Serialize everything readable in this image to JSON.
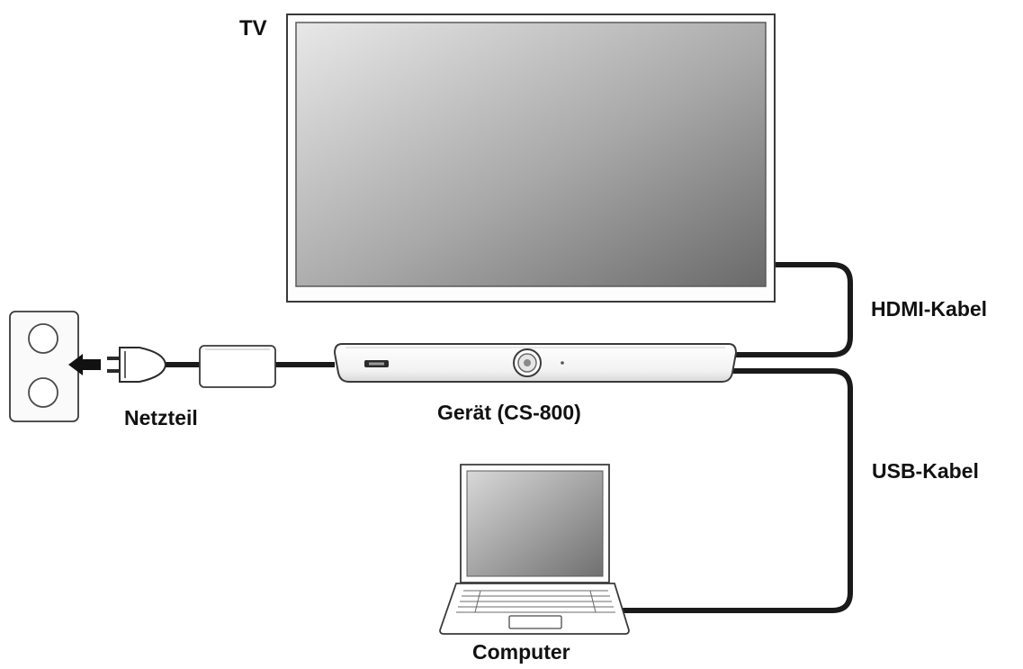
{
  "labels": {
    "tv": "TV",
    "hdmi_cable": "HDMI-Kabel",
    "power_adapter": "Netzteil",
    "device": "Gerät (CS-800)",
    "usb_cable": "USB-Kabel",
    "computer": "Computer"
  },
  "colors": {
    "cable": "#1a1a1a",
    "outline": "#3a3a3a",
    "screen_light": "#e6e6e6",
    "screen_dark": "#6e6e6e"
  }
}
